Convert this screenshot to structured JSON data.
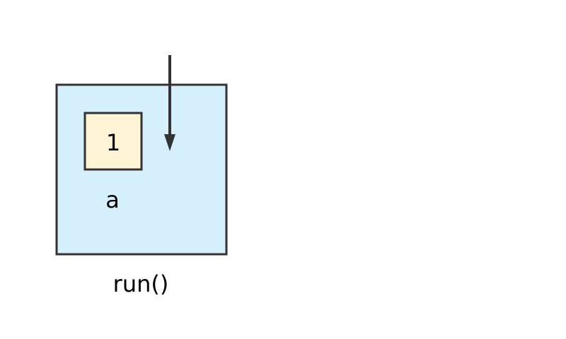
{
  "frame": {
    "name": "run()"
  },
  "variable": {
    "value": "1",
    "name": "a"
  },
  "colors": {
    "frame_fill": "#d6effc",
    "variable_fill": "#fff4d6",
    "stroke": "#333333",
    "arrow": "#333333",
    "text": "#000000"
  }
}
